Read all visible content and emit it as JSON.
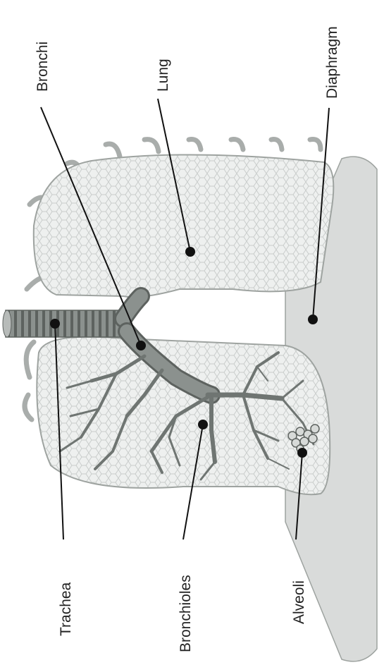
{
  "labels": {
    "bronchi": "Bronchi",
    "lung": "Lung",
    "diaphragm": "Diaphragm",
    "trachea": "Trachea",
    "bronchioles": "Bronchioles",
    "alveoli": "Alveoli"
  },
  "colors": {
    "lung_fill": "#eef0ef",
    "lung_texture": "#c9cdcb",
    "airway": "#8b918e",
    "airway_dark": "#5d625f",
    "diaphragm": "#d9dbda",
    "line": "#111111"
  }
}
